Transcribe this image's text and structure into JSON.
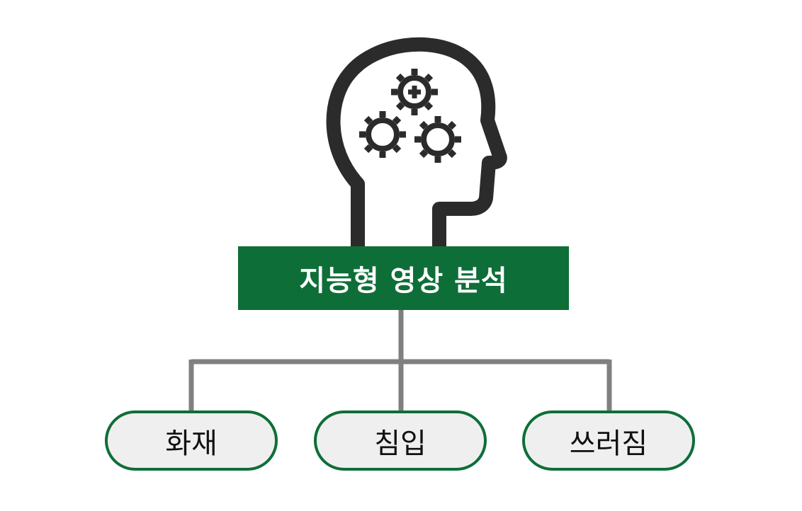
{
  "diagram": {
    "title": "지능형 영상 분석",
    "icon": "head-with-gears-icon",
    "categories": [
      {
        "label": "화재"
      },
      {
        "label": "침입"
      },
      {
        "label": "쓰러짐"
      }
    ]
  },
  "colors": {
    "accent_green": "#0e6e38",
    "pill_fill": "#efefef",
    "connector_gray": "#808080",
    "icon_dark": "#2b2b2b"
  }
}
